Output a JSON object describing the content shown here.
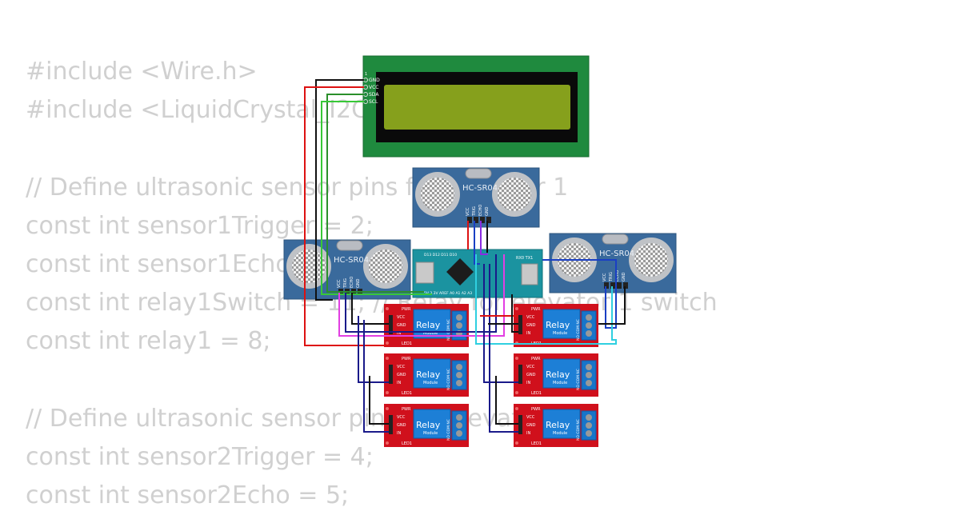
{
  "code_lines": [
    "#include <Wire.h>",
    "#include <LiquidCrystal_I2C.h>",
    "",
    "// Define ultrasonic sensor pins for elevator 1",
    "const int sensor1Trigger = 2;",
    "const int sensor1Echo = 3;",
    "const int relay1Switch = 11; // Relay for elevator 1 switch",
    "const int relay1 = 8;",
    "",
    "// Define ultrasonic sensor pins for elevator 2",
    "const int sensor2Trigger = 4;",
    "const int sensor2Echo = 5;"
  ],
  "lcd": {
    "pin1": "1",
    "pins": [
      "GND",
      "VCC",
      "SDA",
      "SCL"
    ]
  },
  "sensor": {
    "label": "HC-SR04",
    "pins": [
      "VCC",
      "TRIG",
      "ECHO",
      "GND"
    ]
  },
  "relay": {
    "title": "Relay",
    "subtitle": "Module",
    "pwr": "PWR",
    "led": "LED1",
    "pins": [
      "VCC",
      "GND",
      "IN"
    ],
    "terminals": "NO COM NC"
  },
  "arduino": {
    "rx_tx": "RX0 TX1",
    "bottom": "5V 3.3V AREF A0 A1 A2 A3",
    "top": "D13 D12 D11 D10"
  },
  "colors": {
    "pcb_green": "#1f8a3e",
    "lcd_screen": "#86a01c",
    "sensor_blue": "#3a6a9c",
    "relay_red": "#d0101c",
    "relay_blue": "#1d7fd6",
    "arduino_teal": "#1b93a0"
  }
}
